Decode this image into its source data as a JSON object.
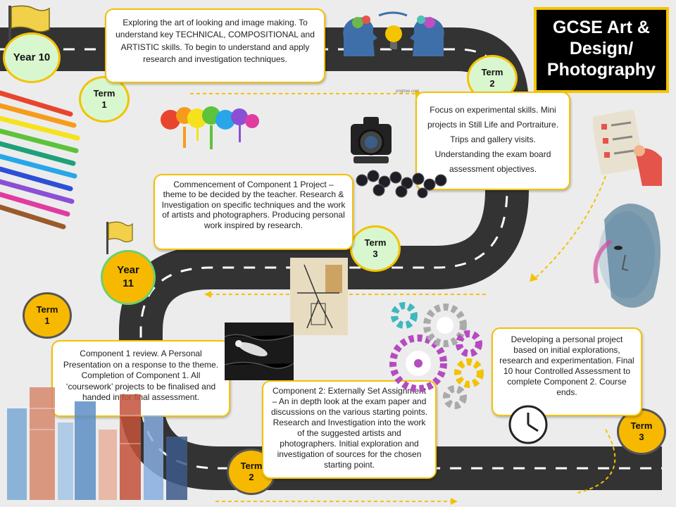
{
  "title": "GCSE Art & Design/ Photography",
  "watermark": "pngtree.com",
  "year10": {
    "label": "Year 10",
    "term1_label": "Term 1",
    "term1_text": "Exploring the art of looking and image making. To understand key TECHNICAL, COMPOSITIONAL and ARTISTIC skills. To begin to understand and apply research and investigation techniques.",
    "term2_label": "Term 2",
    "term2_text": "Focus on experimental skills. Mini projects in Still Life and Portraiture. Trips and gallery visits. Understanding the exam board assessment objectives.",
    "term3_label": "Term 3",
    "term3_text": "Commencement of Component 1 Project – theme to be decided by the teacher. Research & Investigation on specific techniques and the work of artists and photographers. Producing personal work inspired by research."
  },
  "year11": {
    "label": "Year 11",
    "term1_label": "Term 1",
    "term1_text": "Component 1 review. A Personal Presentation on a response to the theme. Completion of Component 1. All ‘coursework’ projects to be finalised and handed in for final assessment.",
    "term2_label": "Term 2",
    "term2_text": "Component 2: Externally Set Assignment – An in depth look at the exam paper and discussions on the various starting points. Research and Investigation into the work of the suggested artists and photographers. Initial exploration and investigation of sources for the chosen starting point.",
    "term3_label": "Term 3",
    "term3_text": "Developing a personal project based on initial explorations, research and experimentation. Final 10 hour Controlled Assessment to complete Component 2. Course ends."
  },
  "colors": {
    "road": "#333333",
    "accent": "#f3c200",
    "green": "#d9f7cf",
    "gold": "#f7b900"
  },
  "icons": [
    "flag-icon",
    "brain-lightbulb-icon",
    "camera-icon",
    "berries-image",
    "paint-splash-image",
    "colored-pencils-image",
    "checklist-icon",
    "portrait-image",
    "sketch-image",
    "swimmer-photo",
    "gears-icon",
    "clock-icon",
    "city-skyline-image"
  ]
}
